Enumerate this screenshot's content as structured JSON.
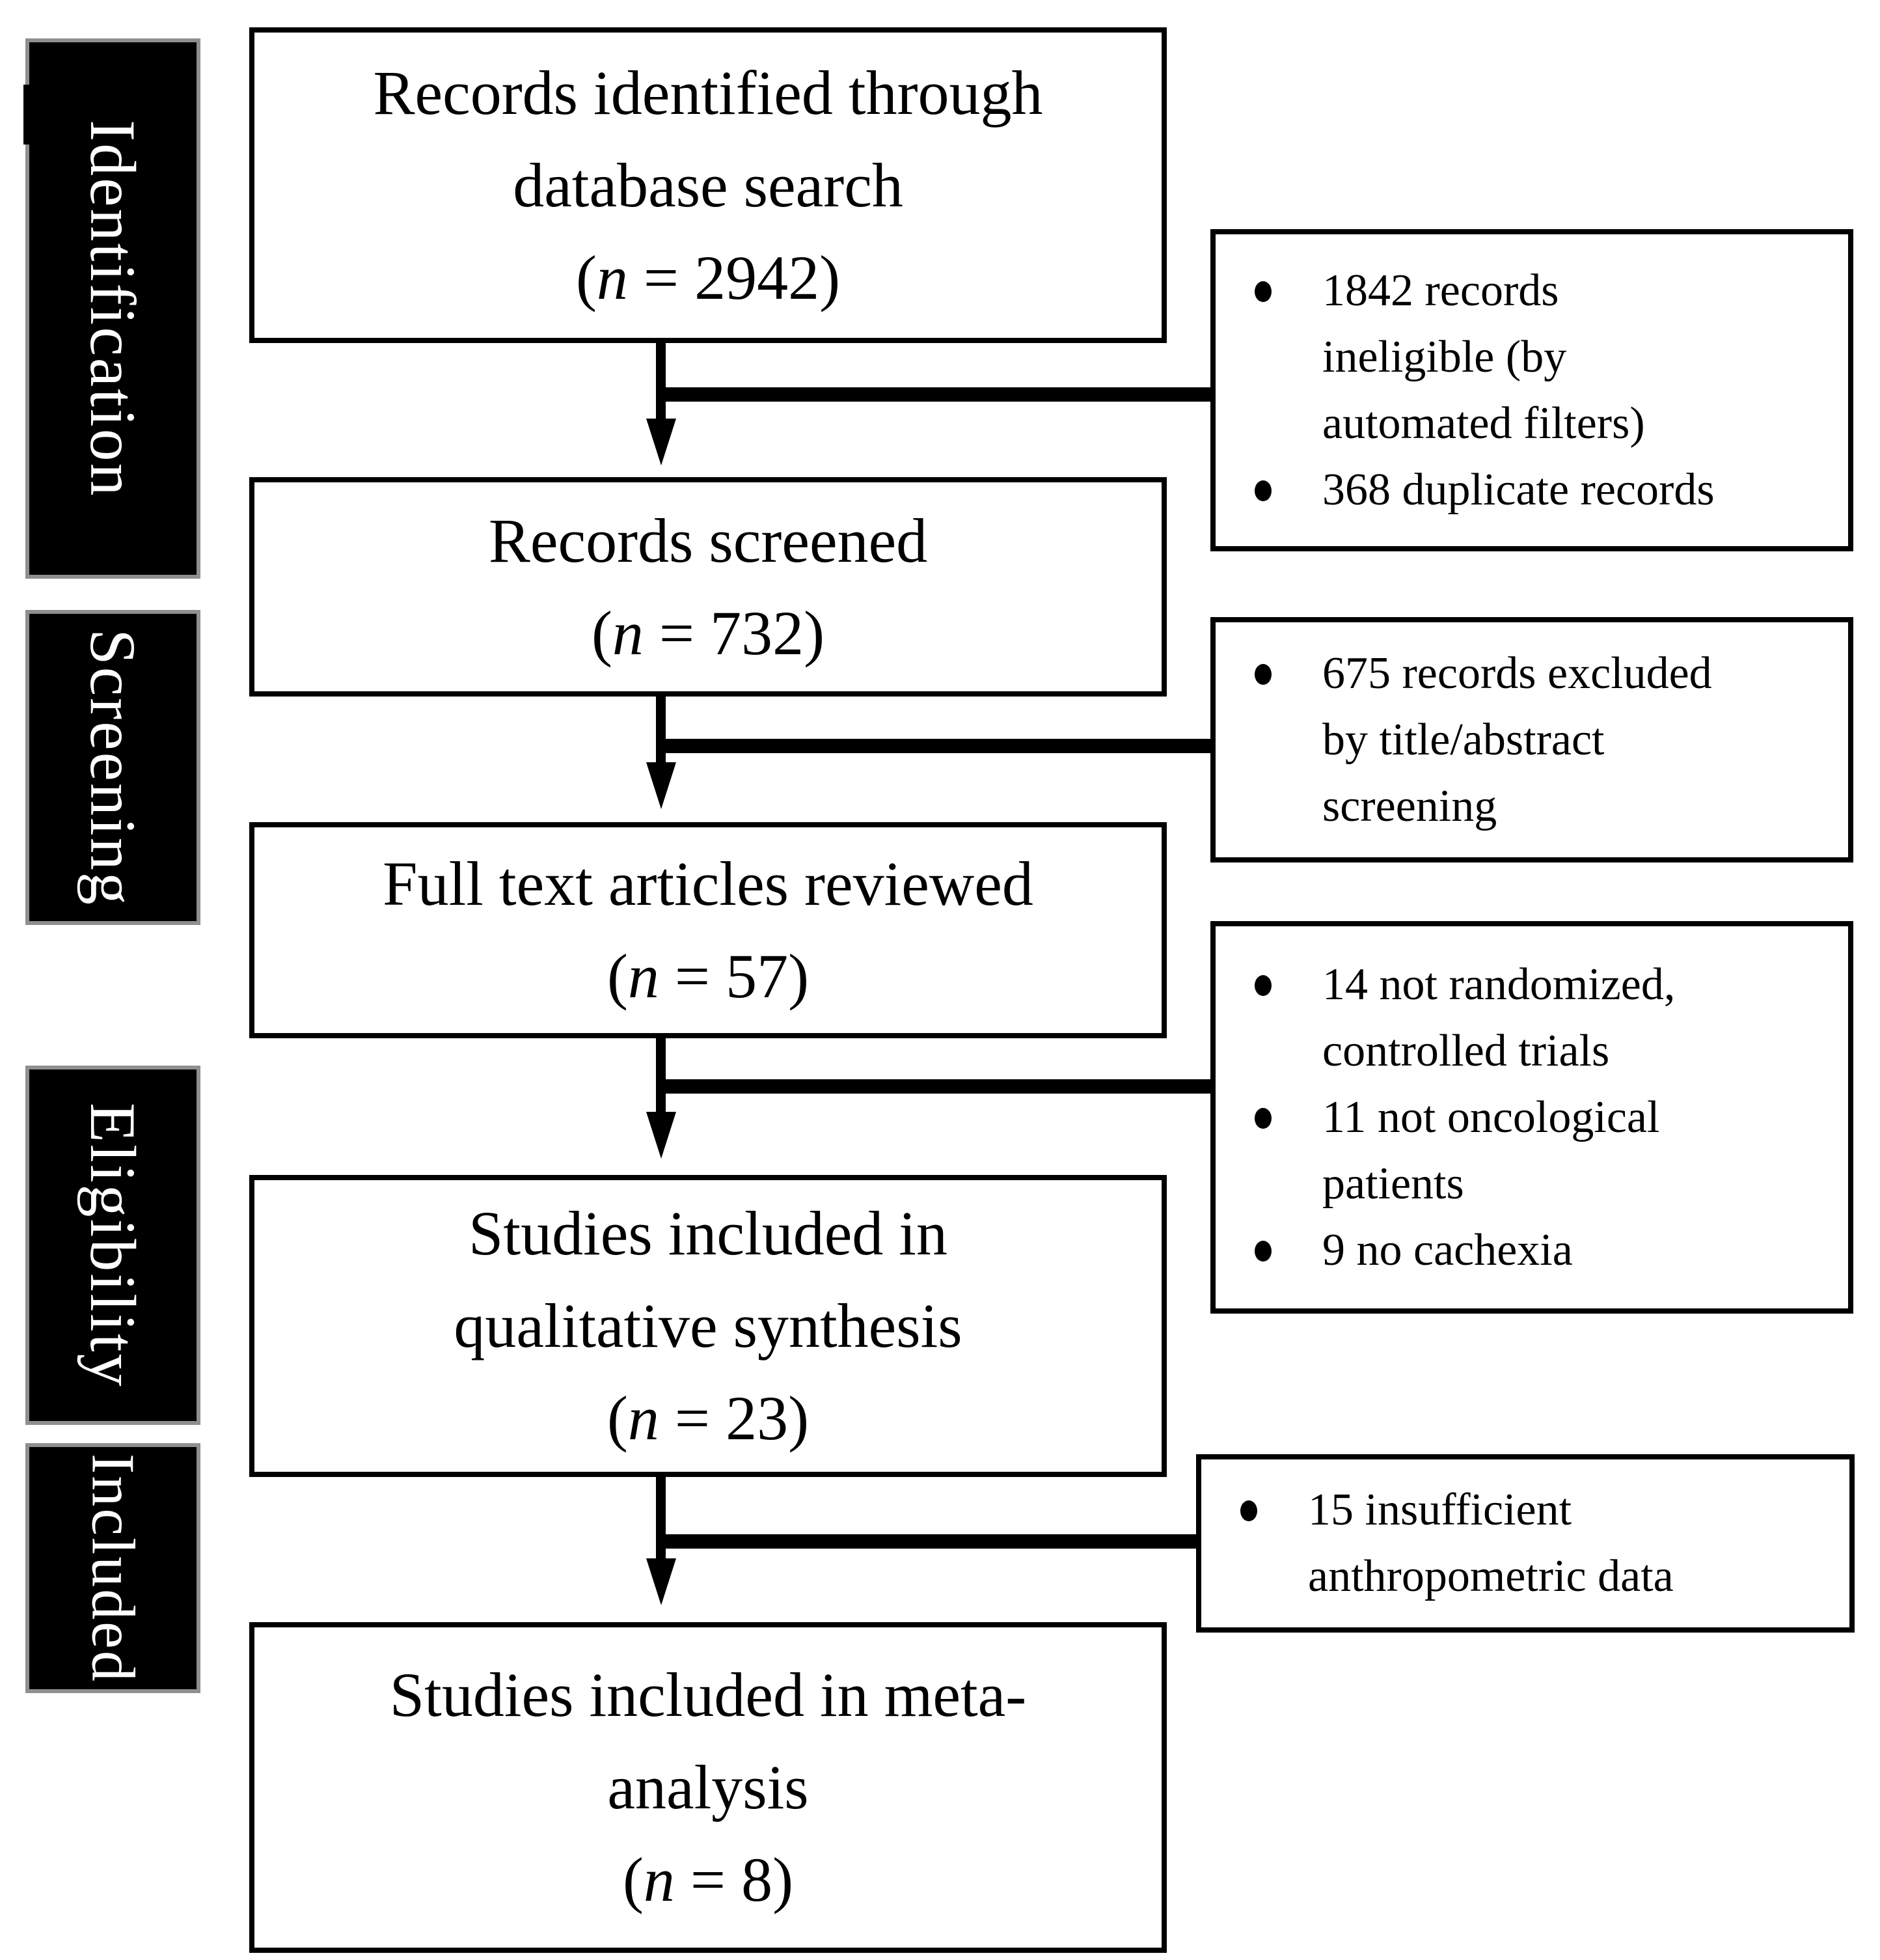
{
  "stages": [
    {
      "label": "Identification"
    },
    {
      "label": "Screening"
    },
    {
      "label": "Eligibility"
    },
    {
      "label": "Included"
    }
  ],
  "flow_boxes": [
    {
      "title": "Records identified through\ndatabase search",
      "n_open": "(",
      "n_var": "n",
      "n_rest": " = 2942)"
    },
    {
      "title": "Records screened",
      "n_open": "(",
      "n_var": "n",
      "n_rest": " = 732)"
    },
    {
      "title": "Full text articles reviewed",
      "n_open": "(",
      "n_var": "n",
      "n_rest": " = 57)"
    },
    {
      "title": "Studies included in\nqualitative synthesis",
      "n_open": "(",
      "n_var": "n",
      "n_rest": " = 23)"
    },
    {
      "title": "Studies included in meta-\nanalysis",
      "n_open": "(",
      "n_var": "n",
      "n_rest": " = 8)"
    }
  ],
  "exclusion_boxes": [
    {
      "items": [
        "1842 records\nineligible (by\nautomated filters)",
        "368 duplicate records"
      ]
    },
    {
      "items": [
        "675 records excluded\nby title/abstract\nscreening"
      ]
    },
    {
      "items": [
        "14 not randomized,\ncontrolled trials",
        "11 not oncological\npatients",
        "9 no cachexia"
      ]
    },
    {
      "items": [
        "15 insufficient\nanthropometric data"
      ]
    }
  ],
  "colors": {
    "background": "#ffffff",
    "box_border": "#000000",
    "box_fill": "#ffffff",
    "stage_fill": "#000000",
    "stage_text": "#ffffff",
    "stage_halo": "#8f8f8f",
    "text": "#000000"
  }
}
